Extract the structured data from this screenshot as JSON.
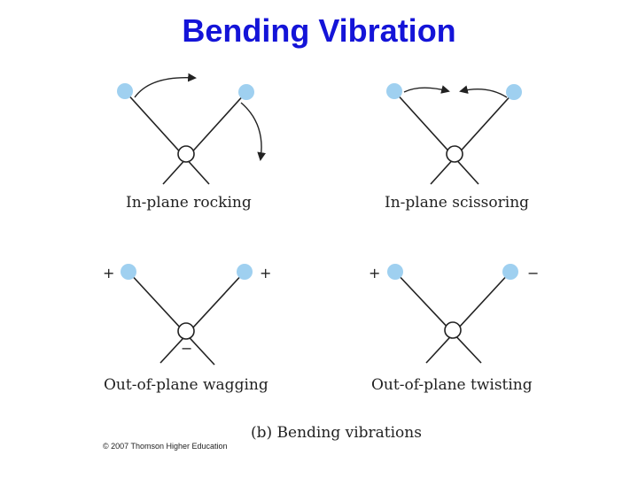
{
  "title": "Bending Vibration",
  "panels": [
    {
      "label": "In-plane rocking"
    },
    {
      "label": "In-plane scissoring"
    },
    {
      "label": "Out-of-plane wagging",
      "signs": [
        "+",
        "+",
        "−"
      ]
    },
    {
      "label": "Out-of-plane twisting",
      "signs": [
        "+",
        "−"
      ]
    }
  ],
  "caption": "(b) Bending vibrations",
  "copyright": "© 2007 Thomson Higher Education",
  "colors": {
    "title": "#1414d8",
    "atom_fill": "#9fd0f0",
    "line": "#222222"
  }
}
